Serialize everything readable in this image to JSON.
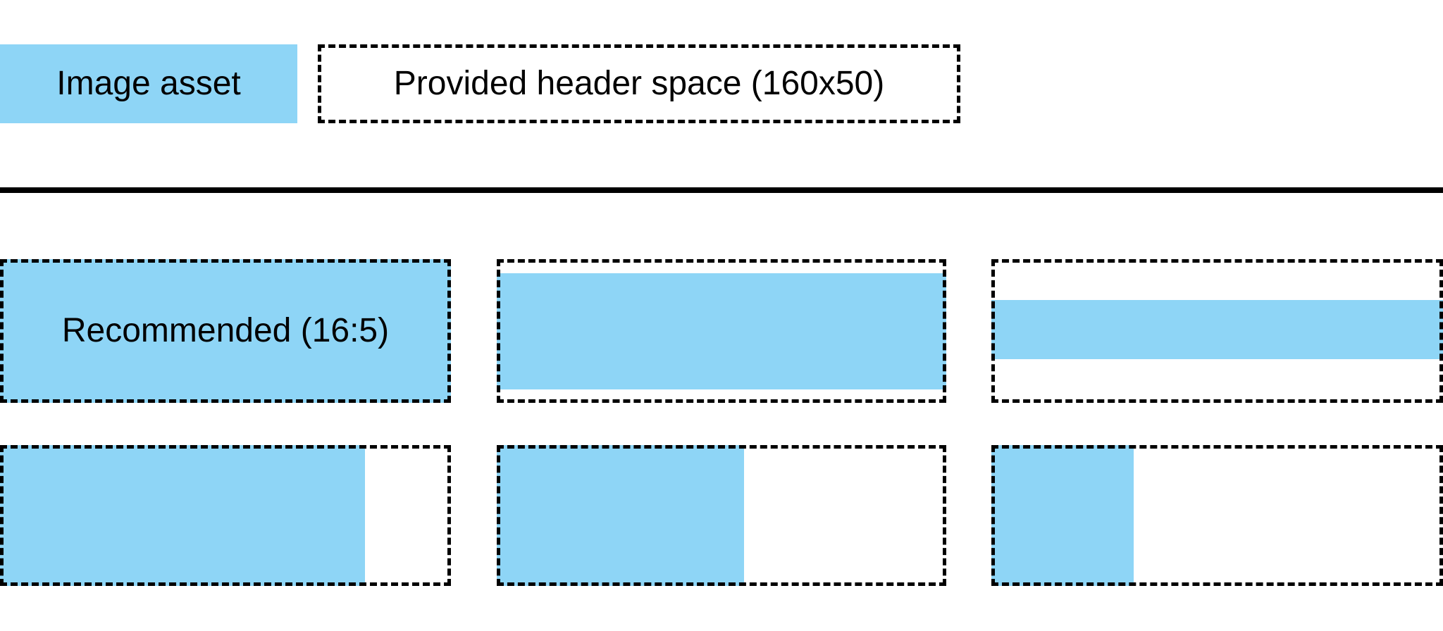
{
  "colors": {
    "asset_blue": "#8ED5F6",
    "line_black": "#000000"
  },
  "legend": {
    "asset_label": "Image asset",
    "space_label": "Provided header space (160x50)"
  },
  "examples": {
    "row1": [
      {
        "label": "Recommended (16:5)",
        "fill_style": "left:0;top:0;width:100%;height:100%"
      },
      {
        "fill_style": "left:0;top:9.8%;width:100%;height:80.9%"
      },
      {
        "fill_style": "left:0;top:28.4%;width:100%;height:41.2%"
      }
    ],
    "row2": [
      {
        "fill_style": "left:0;top:0;width:81%;height:100%"
      },
      {
        "fill_style": "left:0;top:0;width:55%;height:100%"
      },
      {
        "fill_style": "left:0;top:0;width:31.5%;height:100%"
      }
    ]
  }
}
